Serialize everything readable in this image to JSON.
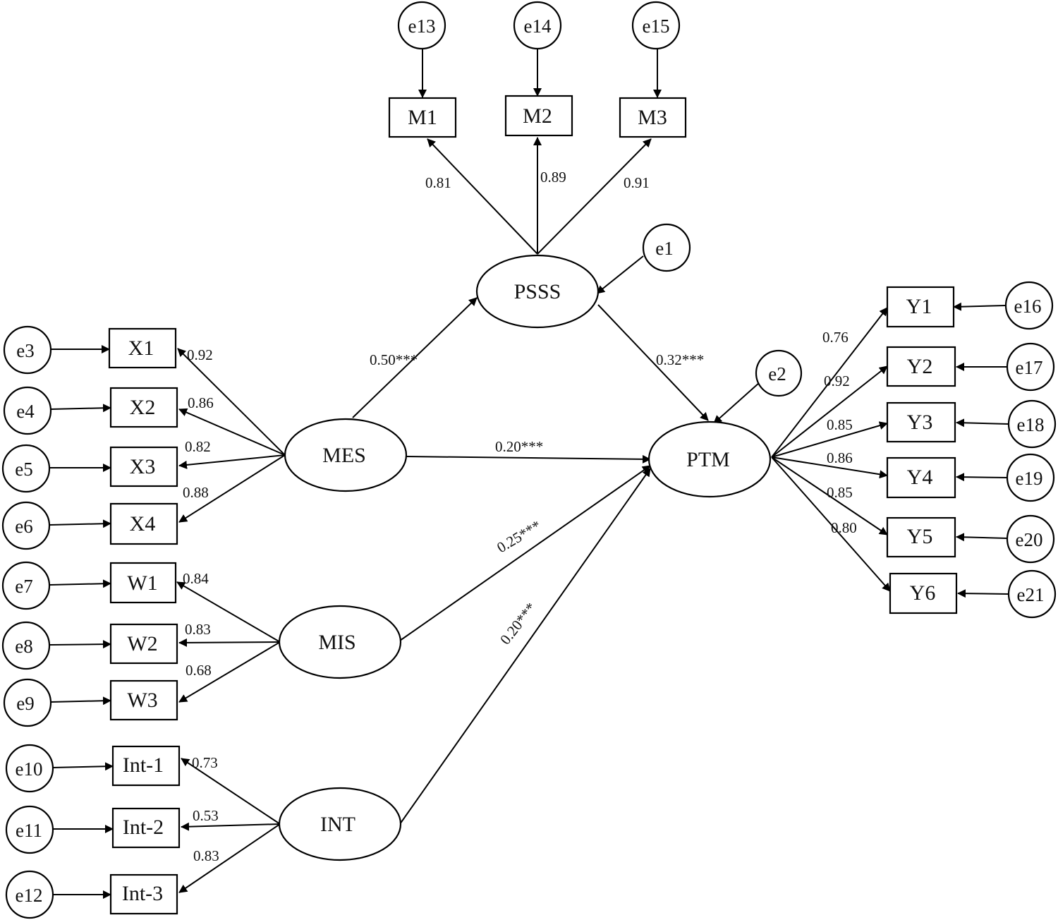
{
  "diagram": {
    "latents": {
      "PSSS": "PSSS",
      "MES": "MES",
      "MIS": "MIS",
      "INT": "INT",
      "PTM": "PTM"
    },
    "indicators": {
      "M1": "M1",
      "M2": "M2",
      "M3": "M3",
      "X1": "X1",
      "X2": "X2",
      "X3": "X3",
      "X4": "X4",
      "W1": "W1",
      "W2": "W2",
      "W3": "W3",
      "Int1": "Int-1",
      "Int2": "Int-2",
      "Int3": "Int-3",
      "Y1": "Y1",
      "Y2": "Y2",
      "Y3": "Y3",
      "Y4": "Y4",
      "Y5": "Y5",
      "Y6": "Y6"
    },
    "errors": {
      "e1": "e1",
      "e2": "e2",
      "e3": "e3",
      "e4": "e4",
      "e5": "e5",
      "e6": "e6",
      "e7": "e7",
      "e8": "e8",
      "e9": "e9",
      "e10": "e10",
      "e11": "e11",
      "e12": "e12",
      "e13": "e13",
      "e14": "e14",
      "e15": "e15",
      "e16": "e16",
      "e17": "e17",
      "e18": "e18",
      "e19": "e19",
      "e20": "e20",
      "e21": "e21"
    },
    "loadings": {
      "PSSS_M1": "0.81",
      "PSSS_M2": "0.89",
      "PSSS_M3": "0.91",
      "MES_X1": "0.92",
      "MES_X2": "0.86",
      "MES_X3": "0.82",
      "MES_X4": "0.88",
      "MIS_W1": "0.84",
      "MIS_W2": "0.83",
      "MIS_W3": "0.68",
      "INT_Int1": "0.73",
      "INT_Int2": "0.53",
      "INT_Int3": "0.83",
      "PTM_Y1": "0.76",
      "PTM_Y2": "0.92",
      "PTM_Y3": "0.85",
      "PTM_Y4": "0.86",
      "PTM_Y5": "0.85",
      "PTM_Y6": "0.80"
    },
    "paths": {
      "MES_PSSS": "0.50***",
      "PSSS_PTM": "0.32***",
      "MES_PTM": "0.20***",
      "MIS_PTM": "0.25***",
      "INT_PTM": "0.20***"
    }
  }
}
